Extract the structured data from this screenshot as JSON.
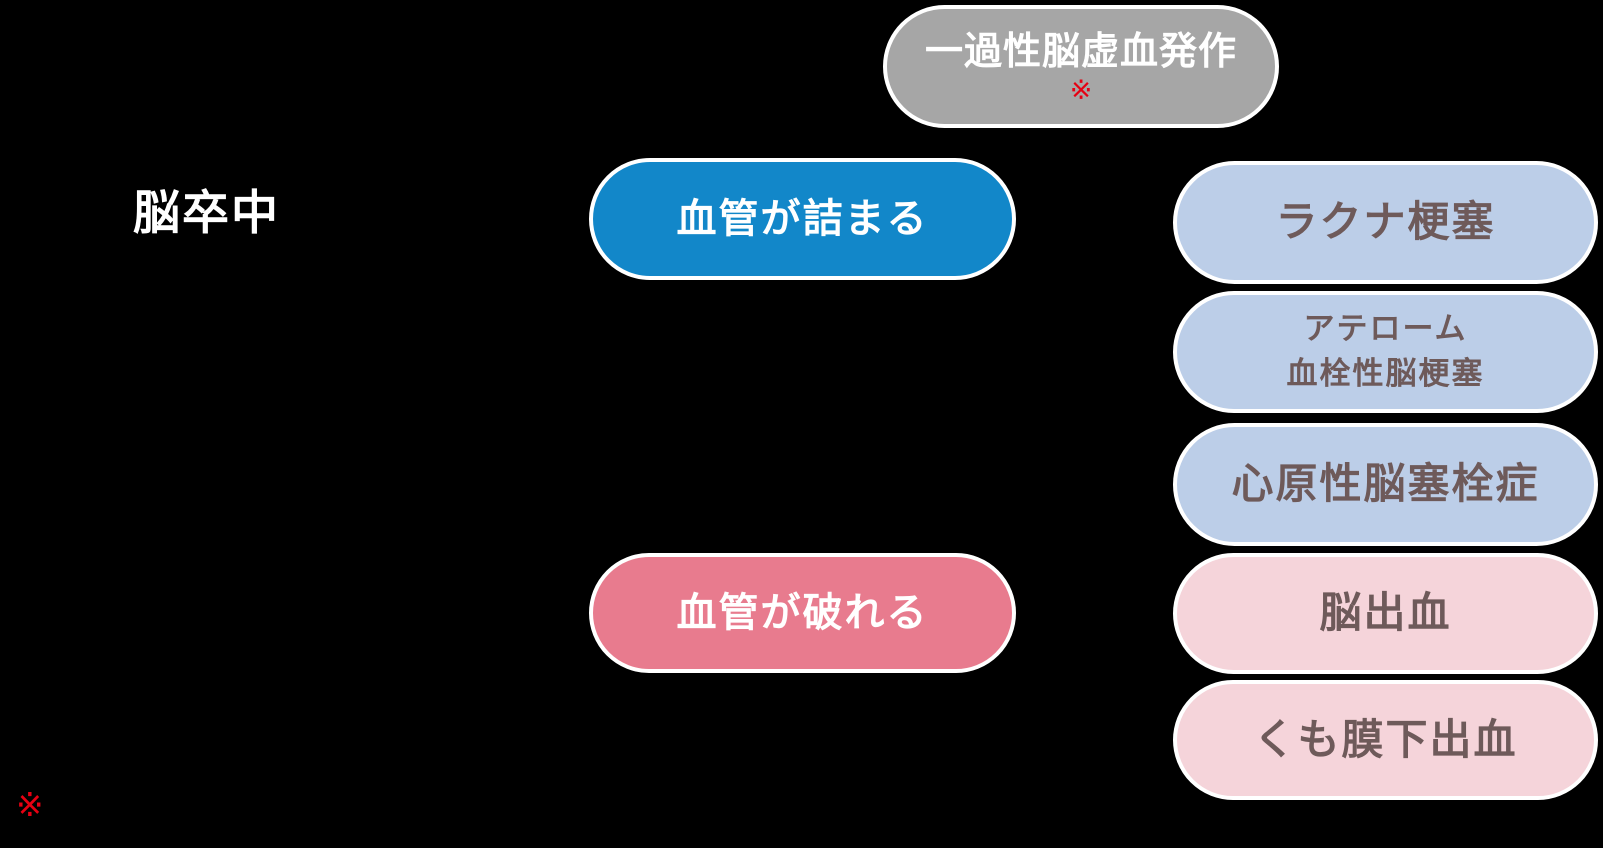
{
  "diagram": {
    "title_hint": "stroke classification diagram",
    "background_color": "#000000",
    "root": {
      "label": "脳卒中",
      "text_color": "#ffffff"
    },
    "tia": {
      "label": "一過性脳虚血発作",
      "note_mark": "※",
      "fill": "#a6a6a6",
      "border_color": "#ffffff",
      "text_color": "#ffffff",
      "note_color": "#e60012"
    },
    "causes": [
      {
        "id": "vessel-blocked",
        "label": "血管が詰まる",
        "fill": "#1287c9",
        "border_color": "#ffffff",
        "text_color": "#ffffff"
      },
      {
        "id": "vessel-ruptured",
        "label": "血管が破れる",
        "fill": "#e87b8e",
        "border_color": "#ffffff",
        "text_color": "#ffffff"
      }
    ],
    "types": [
      {
        "id": "lacunar-infarction",
        "group": "ischemic",
        "lines": [
          "ラクナ梗塞"
        ],
        "fill": "#bccee8",
        "text_color": "#6e5a5a"
      },
      {
        "id": "atherothrombotic-infarction",
        "group": "ischemic",
        "lines": [
          "アテローム",
          "血栓性脳梗塞"
        ],
        "fill": "#bccee8",
        "text_color": "#6e5a5a"
      },
      {
        "id": "cardiogenic-embolism",
        "group": "ischemic",
        "lines": [
          "心原性脳塞栓症"
        ],
        "fill": "#bccee8",
        "text_color": "#6e5a5a"
      },
      {
        "id": "cerebral-hemorrhage",
        "group": "hemorrhagic",
        "lines": [
          "脳出血"
        ],
        "fill": "#f5d4da",
        "text_color": "#6e5a5a"
      },
      {
        "id": "subarachnoid-hemorrhage",
        "group": "hemorrhagic",
        "lines": [
          "くも膜下出血"
        ],
        "fill": "#f5d4da",
        "text_color": "#6e5a5a"
      }
    ],
    "footnote_mark": "※",
    "footnote_color": "#e60012"
  }
}
